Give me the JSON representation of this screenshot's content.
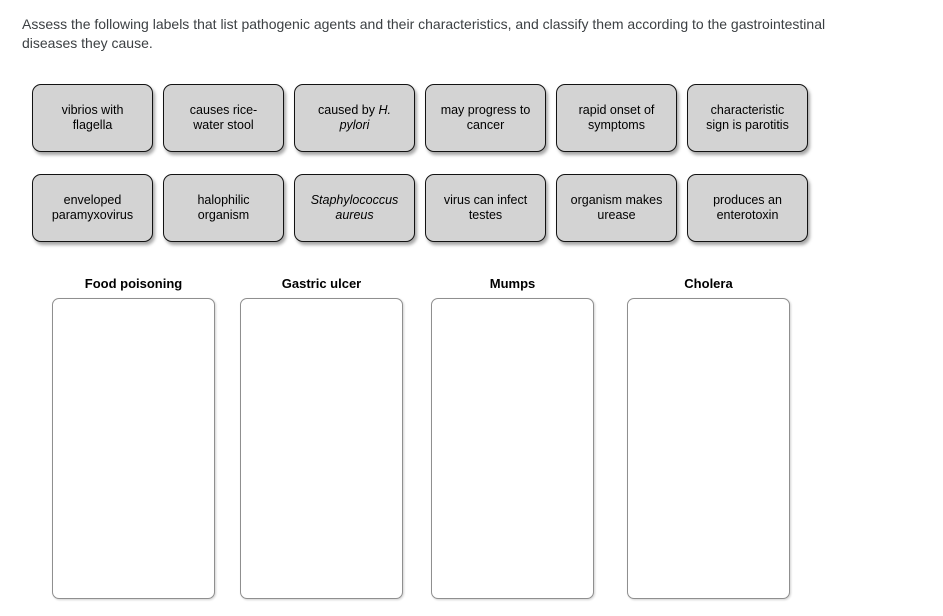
{
  "instructions": {
    "line1": "Assess the following labels that list pathogenic agents and their characteristics, and classify them according to the gastrointestinal",
    "line2": "diseases they cause."
  },
  "drag_labels": [
    {
      "parts": [
        {
          "text": "vibrios with flagella",
          "italic": false
        }
      ]
    },
    {
      "parts": [
        {
          "text": "causes rice-water stool",
          "italic": false
        }
      ]
    },
    {
      "parts": [
        {
          "text": "caused by ",
          "italic": false
        },
        {
          "text": "H. pylori",
          "italic": true
        }
      ]
    },
    {
      "parts": [
        {
          "text": "may progress to cancer",
          "italic": false
        }
      ]
    },
    {
      "parts": [
        {
          "text": "rapid onset of symptoms",
          "italic": false
        }
      ]
    },
    {
      "parts": [
        {
          "text": "characteristic sign is parotitis",
          "italic": false
        }
      ]
    },
    {
      "parts": [
        {
          "text": "enveloped paramyxovirus",
          "italic": false
        }
      ]
    },
    {
      "parts": [
        {
          "text": "halophilic organism",
          "italic": false
        }
      ]
    },
    {
      "parts": [
        {
          "text": "Staphylococcus aureus",
          "italic": true
        }
      ]
    },
    {
      "parts": [
        {
          "text": "virus can infect testes",
          "italic": false
        }
      ]
    },
    {
      "parts": [
        {
          "text": "organism makes urease",
          "italic": false
        }
      ]
    },
    {
      "parts": [
        {
          "text": "produces an enterotoxin",
          "italic": false
        }
      ]
    }
  ],
  "categories": [
    {
      "label": "Food poisoning",
      "items": []
    },
    {
      "label": "Gastric ulcer",
      "items": []
    },
    {
      "label": "Mumps",
      "items": []
    },
    {
      "label": "Cholera",
      "items": []
    }
  ],
  "colors": {
    "page_bg": "#ffffff",
    "instruction_text": "#3c4043",
    "label_bg": "#d3d3d3",
    "label_border": "#121212",
    "label_text": "#000000",
    "zone_bg": "#ffffff",
    "zone_border": "#8f8f8f",
    "header_text": "#000000"
  }
}
